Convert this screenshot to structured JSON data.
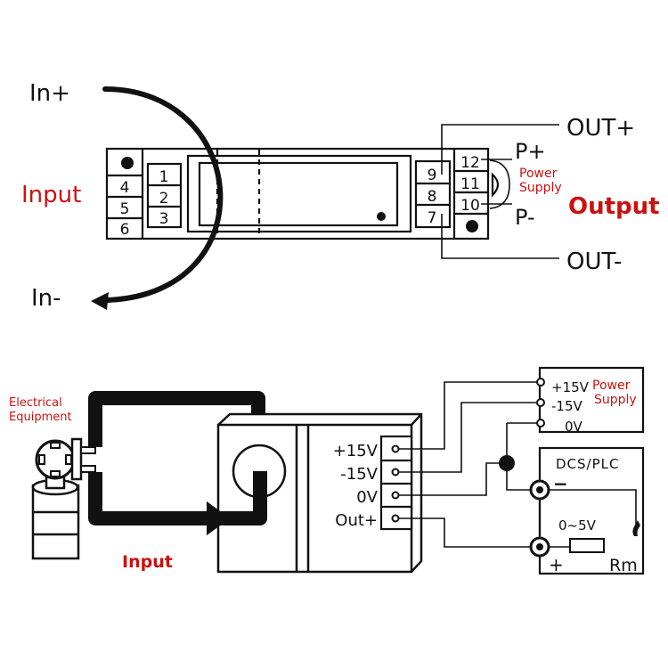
{
  "top_diagram": {
    "input_plus": "In+",
    "input_minus": "In-",
    "input_label": "Input",
    "output_label": "Output",
    "out_plus": "OUT+",
    "out_minus": "OUT-",
    "p_plus": "P+",
    "p_minus": "P-",
    "power_supply_line1": "Power",
    "power_supply_line2": "Supply",
    "left_terminals": [
      "4",
      "5",
      "6"
    ],
    "inner_left_terminals": [
      "1",
      "2",
      "3"
    ],
    "inner_right_terminals": [
      "9",
      "8",
      "7"
    ],
    "right_terminals": [
      "12",
      "11",
      "10"
    ]
  },
  "bottom_diagram": {
    "equipment_line1": "Electrical",
    "equipment_line2": "Equipment",
    "input_label": "Input",
    "sensor_terminals": [
      "+15V",
      "-15V",
      "0V",
      "Out+"
    ],
    "power_supply": {
      "terminals": [
        "+15V",
        "-15V",
        "0V"
      ],
      "title_line1": "Power",
      "title_line2": "Supply"
    },
    "dcs": {
      "title": "DCS/PLC",
      "minus": "−",
      "plus": "+",
      "range": "0~5V",
      "resistor": "Rm"
    }
  },
  "colors": {
    "accent_red": "#cc1111",
    "line": "#111111"
  }
}
